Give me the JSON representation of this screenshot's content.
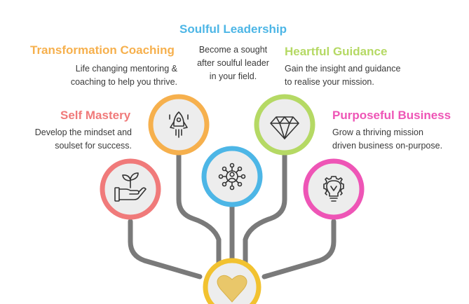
{
  "colors": {
    "orange": "#F6B04D",
    "blue": "#4DB6E6",
    "green": "#B5D964",
    "coral": "#F07A7A",
    "pink": "#EE55B6",
    "gold": "#F2C230",
    "connector": "#7A7A7A",
    "node_fill": "#EDEDED",
    "text": "#3A3A3A"
  },
  "diagram": {
    "center": {
      "title": "Soulful Leadership",
      "desc": [
        "Become a sought",
        "after soulful leader",
        "in your field."
      ],
      "icon": "network-person-icon",
      "color": "blue"
    },
    "left_upper": {
      "title": "Transformation Coaching",
      "desc": [
        "Life changing mentoring &",
        "coaching to help you thrive."
      ],
      "icon": "rocket-icon",
      "color": "orange"
    },
    "right_upper": {
      "title": "Heartful Guidance",
      "desc": [
        "Gain the insight and guidance",
        "to realise your mission."
      ],
      "icon": "diamond-icon",
      "color": "green"
    },
    "left_lower": {
      "title": "Self Mastery",
      "desc": [
        "Develop the mindset and",
        "soulset for success."
      ],
      "icon": "hand-plant-icon",
      "color": "coral"
    },
    "right_lower": {
      "title": "Purposeful Business",
      "desc": [
        "Grow a thriving mission",
        "driven business on-purpose."
      ],
      "icon": "lightbulb-gear-icon",
      "color": "pink"
    },
    "root": {
      "icon": "heart-icon",
      "color": "gold"
    }
  }
}
